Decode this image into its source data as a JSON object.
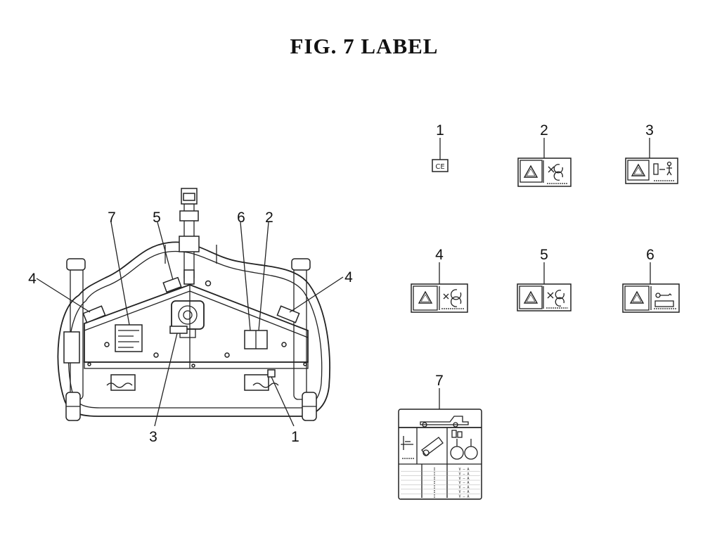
{
  "title": "FIG. 7  LABEL",
  "callouts": {
    "c1": "1",
    "c2": "2",
    "c3": "3",
    "c4_left": "4",
    "c4_right": "4",
    "c5": "5",
    "c6": "6",
    "c7": "7"
  },
  "labels": [
    {
      "number": "1",
      "ce_mark": "CE"
    },
    {
      "number": "2"
    },
    {
      "number": "3"
    },
    {
      "number": "4"
    },
    {
      "number": "5"
    },
    {
      "number": "6"
    },
    {
      "number": "7"
    }
  ],
  "label7_table": {
    "rows": [
      [
        "",
        "I",
        "V — A"
      ],
      [
        "",
        "I",
        "V — A"
      ],
      [
        "",
        "I",
        "V — A"
      ],
      [
        "",
        "I",
        "V — A"
      ],
      [
        "",
        "I",
        "V — A"
      ],
      [
        "",
        "I",
        "V — A"
      ],
      [
        "",
        "I",
        "V — A"
      ]
    ]
  }
}
